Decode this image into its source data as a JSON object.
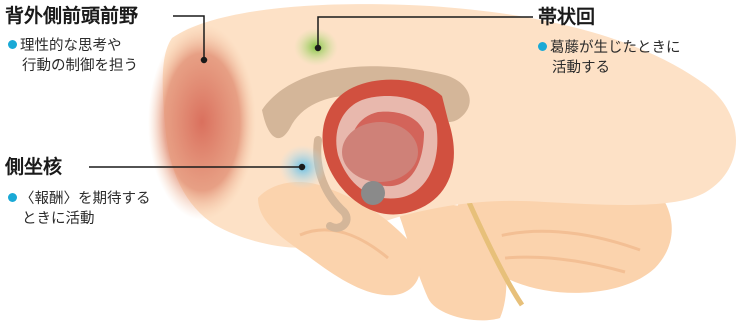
{
  "colors": {
    "bullet": "#1aa9d6",
    "leader_line": "#1a1a1a",
    "brain_base": "#fbdcc0",
    "dlpfc_glow": "#d9705e",
    "cingulate_glow": "#8cc94a",
    "accumbens_glow": "#6cc3e8",
    "corpus_callosum": "#d4b699",
    "limbic_red": "#c94a3a"
  },
  "labels": {
    "dlpfc": {
      "title": "背外側前頭前野",
      "desc_line1": "理性的な思考や",
      "desc_line2": "行動の制御を担う"
    },
    "cingulate": {
      "title": "帯状回",
      "desc_line1": "葛藤が生じたときに",
      "desc_line2": "活動する"
    },
    "accumbens": {
      "title": "側坐核",
      "desc_line1": "〈報酬〉を期待する",
      "desc_line2": "ときに活動"
    }
  }
}
